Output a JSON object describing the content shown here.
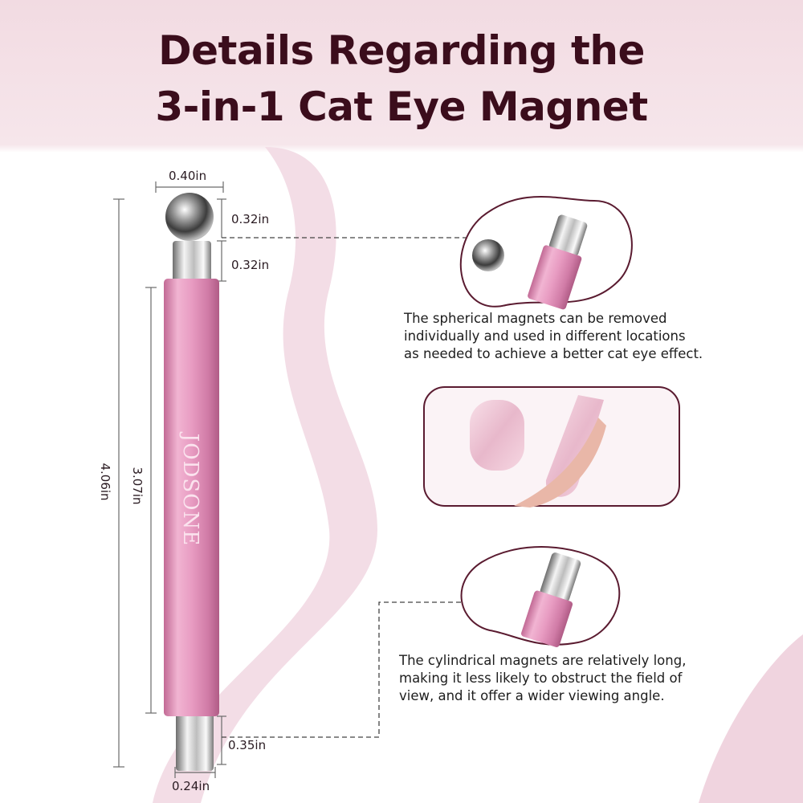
{
  "title": {
    "line1": "Details Regarding the",
    "line2": "3-in-1 Cat Eye Magnet"
  },
  "brand": "JODSONE",
  "dimensions": {
    "ball_width": "0.40in",
    "ball_height": "0.32in",
    "top_cylinder_height": "0.32in",
    "body_length": "3.07in",
    "total_length": "4.06in",
    "bottom_cylinder_height": "0.35in",
    "bottom_cylinder_width": "0.24in"
  },
  "descriptions": {
    "spherical": [
      "The spherical magnets can be removed",
      "individually and used in different locations",
      "as needed to achieve a better cat eye effect."
    ],
    "cylindrical": [
      "The cylindrical magnets are relatively long,",
      "making it less likely to obstruct the field of",
      "view, and it offer a wider viewing angle."
    ]
  },
  "colors": {
    "title": "#3b0d1c",
    "pen_body": "#e59cc0",
    "accent_border": "#5a1b30"
  }
}
